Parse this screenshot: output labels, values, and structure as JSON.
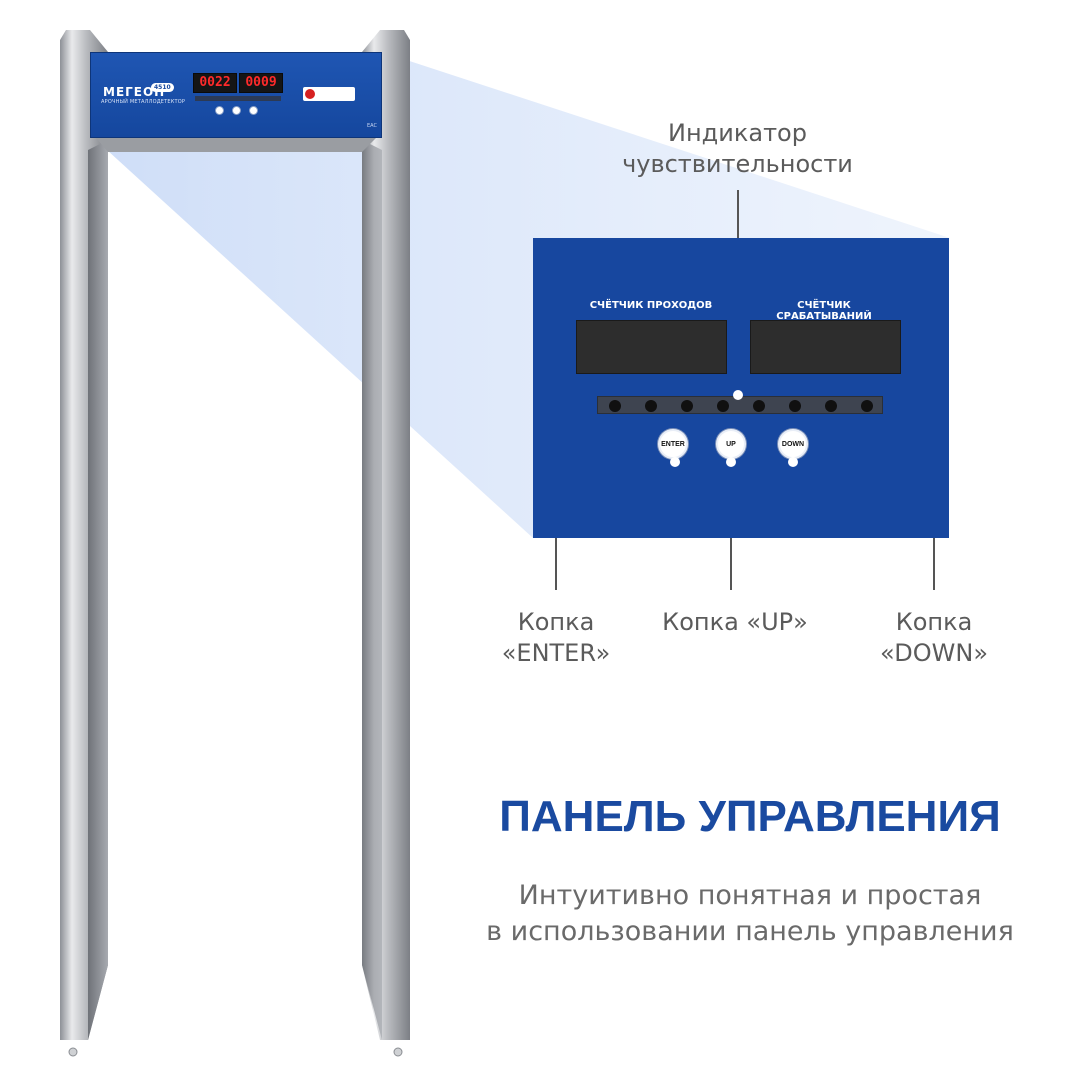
{
  "gate": {
    "brand": "МЕГЕОН",
    "model": "4510",
    "subtitle": "АРОЧНЫЙ МЕТАЛЛОДЕТЕКТОР",
    "counter_a": "0022",
    "counter_b": "0009",
    "mark": "EAC"
  },
  "callouts": {
    "indicator_line1": "Индикатор",
    "indicator_line2": "чувствительности",
    "enter_line1": "Копка",
    "enter_line2": "«ENTER»",
    "up": "Копка «UP»",
    "down_line1": "Копка",
    "down_line2": "«DOWN»"
  },
  "panel": {
    "pass_counter_label": "СЧЁТЧИК ПРОХОДОВ",
    "alarm_counter_label": "СЧЁТЧИК СРАБАТЫВАНИЙ",
    "buttons": [
      "ENTER",
      "UP",
      "DOWN"
    ],
    "led_count": 8
  },
  "heading": "ПАНЕЛЬ УПРАВЛЕНИЯ",
  "description_line1": "Интуитивно понятная и простая",
  "description_line2": "в использовании панель управления",
  "colors": {
    "brand_blue": "#17479f",
    "heading_blue": "#1a4aa0",
    "text_gray": "#5b5b5b",
    "led_red": "#ff2a2a"
  }
}
